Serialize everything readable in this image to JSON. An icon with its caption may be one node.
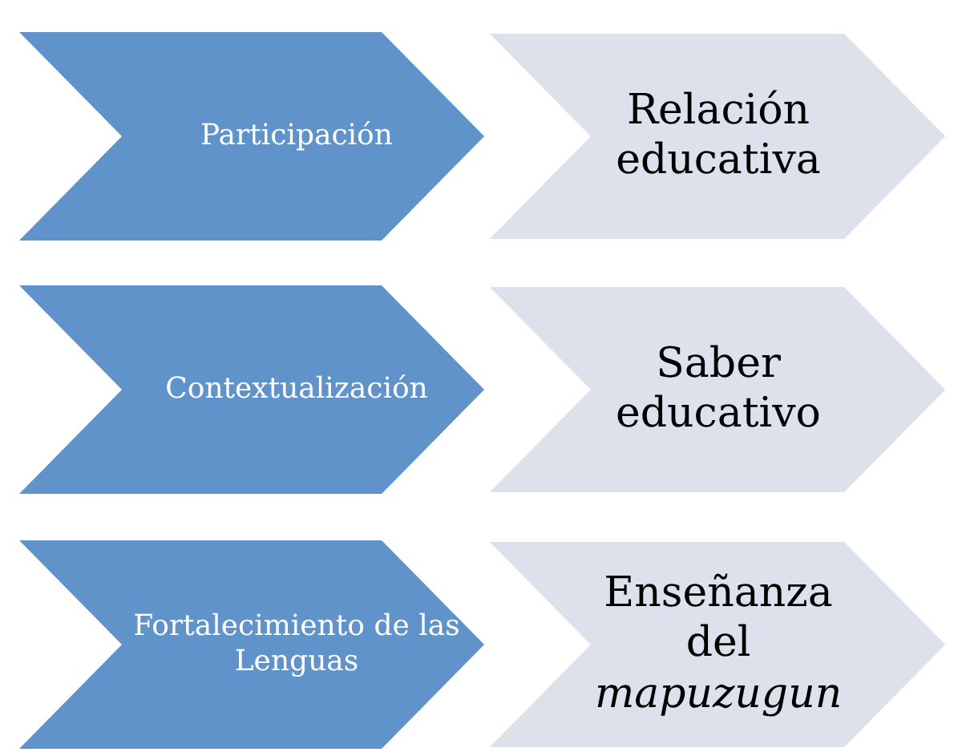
{
  "diagram": {
    "nodes": [
      {
        "text": [
          "Participación"
        ]
      },
      {
        "text": [
          "Relación educativa"
        ]
      },
      {
        "text": [
          "Contextualización"
        ]
      },
      {
        "text": [
          "Saber educativo"
        ]
      },
      {
        "text": [
          "Fortalecimiento de las Lenguas"
        ]
      },
      {
        "text": [
          "Enseñanza del *mapuzugun*"
        ]
      }
    ]
  }
}
